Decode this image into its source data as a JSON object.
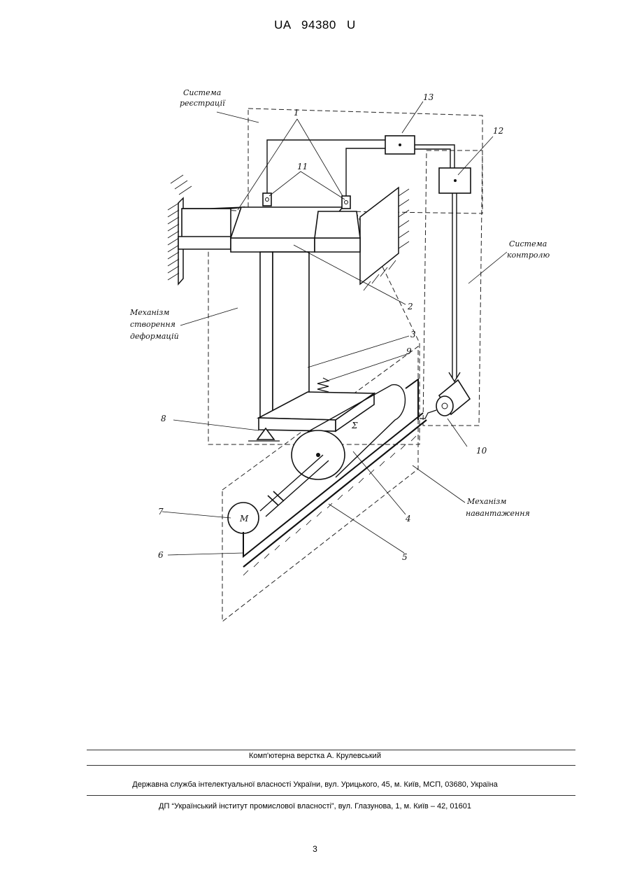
{
  "header": {
    "patent_id": "UA   94380   U"
  },
  "figure": {
    "system_registration": [
      "Система",
      "реєстрації"
    ],
    "system_control": [
      "Система",
      "контролю"
    ],
    "mechanism_deformation": [
      "Механізм",
      "створення",
      "деформацій"
    ],
    "mechanism_loading": [
      "Механізм",
      "навантаження"
    ],
    "motor_symbol": "M",
    "sigma_symbol": "Σ",
    "callouts": {
      "n1": "1",
      "n2": "2",
      "n3": "3",
      "n4": "4",
      "n5": "5",
      "n6": "6",
      "n7": "7",
      "n8": "8",
      "n9": "9",
      "n10": "10",
      "n11": "11",
      "n12": "12",
      "n13": "13"
    }
  },
  "footer": {
    "layout_credit": "Комп'ютерна верстка А. Крулевський",
    "agency": "Державна служба інтелектуальної власності України, вул. Урицького, 45, м. Київ, МСП, 03680, Україна",
    "institute": "ДП “Український інститут промислової власності”, вул. Глазунова, 1, м. Київ – 42, 01601"
  },
  "page_number": "3"
}
